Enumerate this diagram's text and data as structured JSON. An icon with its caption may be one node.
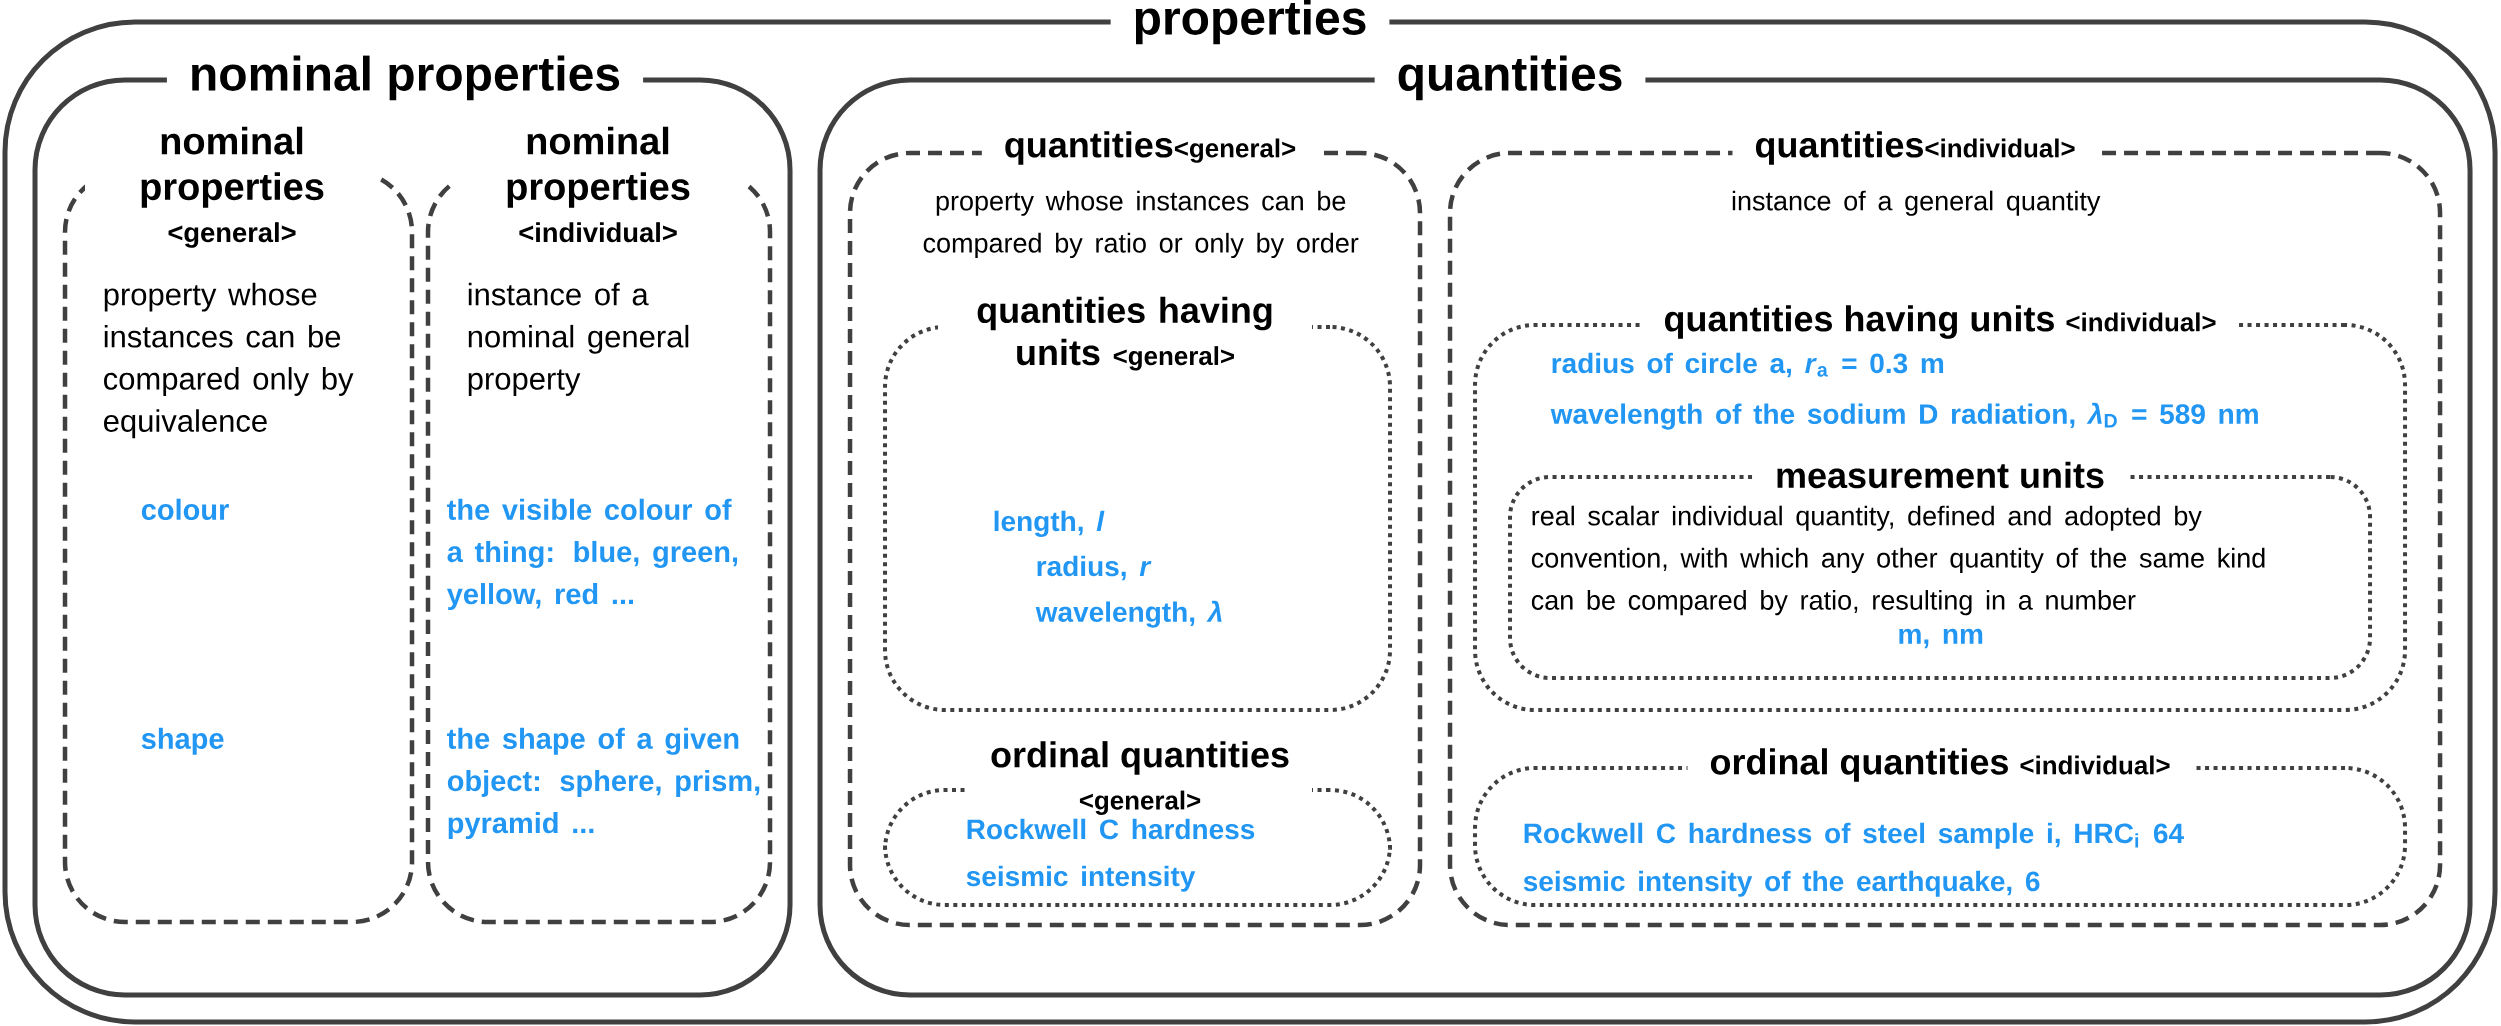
{
  "diagram": {
    "nodes": [
      {
        "text": [
          "properties"
        ]
      },
      {
        "text": [
          "nominal properties"
        ],
        "in": 0
      },
      {
        "text": [
          "nominal properties",
          "<general>",
          "property whose instances can be compared only by equivalence",
          "colour",
          "shape"
        ],
        "in": 1
      },
      {
        "text": [
          "nominal properties",
          "<individual>",
          "instance of a nominal general property",
          "the visible colour of a thing: blue, green, yellow, red ...",
          "the shape of a given object: sphere, prism, pyramid ..."
        ],
        "in": 1
      },
      {
        "text": [
          "quantities"
        ],
        "in": 0
      },
      {
        "text": [
          "quantities",
          "<general>",
          "property whose instances can be compared by ratio or only by order"
        ],
        "in": 4
      },
      {
        "text": [
          "quantities having units",
          "<general>",
          "length, *l*",
          "radius, *r*",
          "wavelength, *λ*"
        ],
        "in": 5
      },
      {
        "text": [
          "ordinal quantities",
          "<general>",
          "Rockwell C hardness",
          "seismic intensity"
        ],
        "in": 5
      },
      {
        "text": [
          "quantities",
          "<individual>",
          "instance of a general quantity"
        ],
        "in": 4
      },
      {
        "text": [
          "quantities having units",
          "<individual>",
          "radius of circle a, *r*$_{a}$ = 0.3 m",
          "wavelength of the sodium D radiation, *λ*$_{D}$ = 589 nm"
        ],
        "in": 8
      },
      {
        "text": [
          "measurement units",
          "real scalar individual quantity, defined and adopted by convention, with which any other quantity of the same kind can be compared by ratio, resulting in a number",
          "m, nm"
        ],
        "in": 9
      },
      {
        "text": [
          "ordinal quantities",
          "<individual>",
          "Rockwell C hardness of steel sample i, HRC$_{i}$ 64",
          "seismic intensity of the earthquake, 6"
        ],
        "in": 8
      }
    ]
  }
}
